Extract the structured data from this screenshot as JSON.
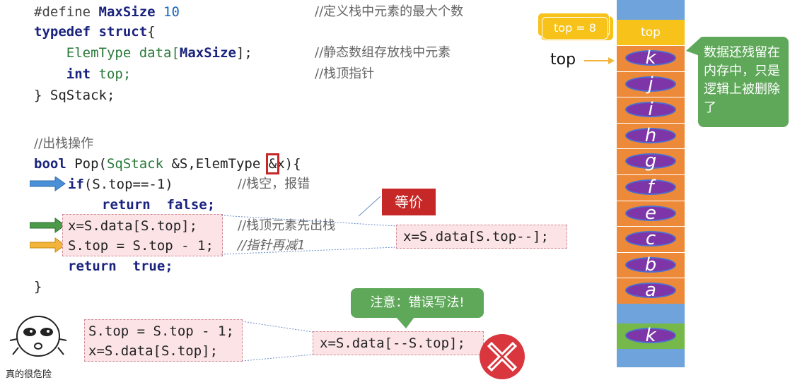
{
  "code_struct": {
    "line1": {
      "pre": "#define ",
      "name": "MaxSize",
      "val": " 10",
      "cmt": "//定义栈中元素的最大个数"
    },
    "line2": {
      "kw": "typedef struct",
      "rest": "{"
    },
    "line3": {
      "type": "    ElemType data[",
      "kw": "MaxSize",
      "rest": "];",
      "cmt": "//静态数组存放栈中元素"
    },
    "line4": {
      "kw": "    int",
      "rest": " top;",
      "cmt": "//栈顶指针"
    },
    "line5": {
      "text": "} SqStack;"
    }
  },
  "code_pop": {
    "comment": "//出栈操作",
    "sig_kw": "bool",
    "sig_name": " Pop(",
    "sig_type": "SqStack",
    "sig_rest": " &S,ElemType ",
    "sig_amp": "&",
    "sig_end": "x){",
    "if_kw": "if",
    "if_rest": "(S.top==-1)",
    "if_cmt": "//栈空，报错",
    "ret_false": "return  false;",
    "stmt1": "x=S.data[S.top];",
    "stmt1_cmt": "//栈顶元素先出栈",
    "stmt2": "S.top = S.top - 1;",
    "stmt2_cmt": "//指针再减1",
    "ret_true": "return  true;",
    "close": "}"
  },
  "equiv_tag": "等价",
  "equiv_code": "x=S.data[S.top--];",
  "warn_bubble": "注意：错误写法!",
  "wrong_code": {
    "l1": "S.top = S.top - 1;",
    "l2": "x=S.data[S.top];"
  },
  "wrong_equiv": "x=S.data[--S.top];",
  "cartoon_caption": "真的很危险",
  "stack": {
    "top_tag": "top = 8",
    "top_cell": "top",
    "top_pointer": "top",
    "elements": [
      "k",
      "j",
      "i",
      "h",
      "g",
      "f",
      "e",
      "c",
      "b",
      "a"
    ],
    "bottom_element": "k"
  },
  "side_note": "数据还残留在内存中，只是逻辑上被删除了",
  "colors": {
    "arrow_blue": "#4a90d9",
    "arrow_green": "#4a9a4a",
    "arrow_yellow": "#f2b43a",
    "stack_orange": "#ed8a3a",
    "stack_blue": "#6fa3dc",
    "stack_green": "#76b84a",
    "oval_purple": "#7d35a8",
    "tag_yellow": "#f7c21a"
  }
}
